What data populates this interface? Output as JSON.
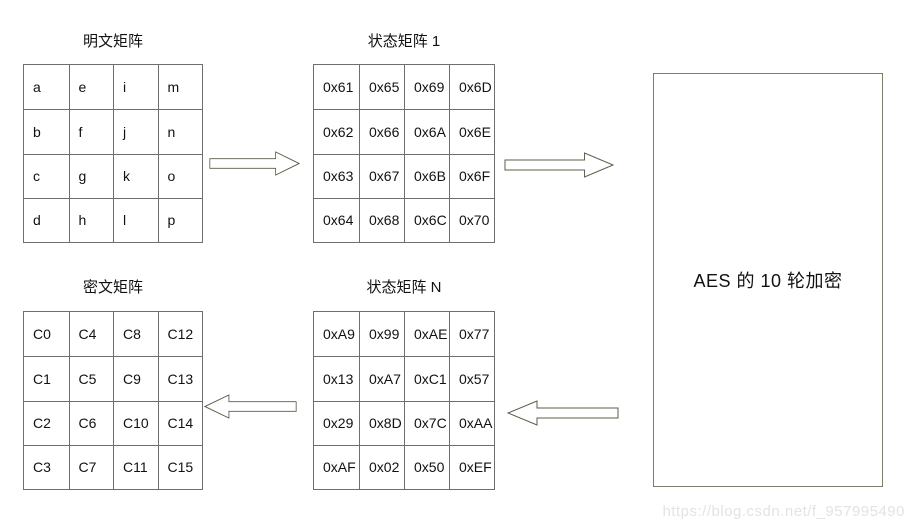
{
  "diagram": {
    "description_labels": {
      "aes_box_label": "AES 的 10 轮加密"
    }
  },
  "matrices": [
    {
      "id": "plaintext",
      "title": "明文矩阵",
      "rows": [
        [
          "a",
          "e",
          "i",
          "m"
        ],
        [
          "b",
          "f",
          "j",
          "n"
        ],
        [
          "c",
          "g",
          "k",
          "o"
        ],
        [
          "d",
          "h",
          "l",
          "p"
        ]
      ]
    },
    {
      "id": "state-1",
      "title": "状态矩阵 1",
      "rows": [
        [
          "0x61",
          "0x65",
          "0x69",
          "0x6D"
        ],
        [
          "0x62",
          "0x66",
          "0x6A",
          "0x6E"
        ],
        [
          "0x63",
          "0x67",
          "0x6B",
          "0x6F"
        ],
        [
          "0x64",
          "0x68",
          "0x6C",
          "0x70"
        ]
      ]
    },
    {
      "id": "state-n",
      "title": "状态矩阵 N",
      "rows": [
        [
          "0xA9",
          "0x99",
          "0xAE",
          "0x77"
        ],
        [
          "0x13",
          "0xA7",
          "0xC1",
          "0x57"
        ],
        [
          "0x29",
          "0x8D",
          "0x7C",
          "0xAA"
        ],
        [
          "0xAF",
          "0x02",
          "0x50",
          "0xEF"
        ]
      ]
    },
    {
      "id": "ciphertext",
      "title": "密文矩阵",
      "rows": [
        [
          "C0",
          "C4",
          "C8",
          "C12"
        ],
        [
          "C1",
          "C5",
          "C9",
          "C13"
        ],
        [
          "C2",
          "C6",
          "C10",
          "C14"
        ],
        [
          "C3",
          "C7",
          "C11",
          "C15"
        ]
      ]
    }
  ],
  "aes_box": {
    "label": "AES 的 10 轮加密"
  },
  "watermark": "https://blog.csdn.net/f_957995490",
  "colors": {
    "background": "#ffffff",
    "table_border": "#6e6e6e",
    "arrow_stroke": "#5c5c49",
    "aes_box_border": "#7e7e68",
    "text": "#111111",
    "watermark": "#e3e3e3"
  }
}
